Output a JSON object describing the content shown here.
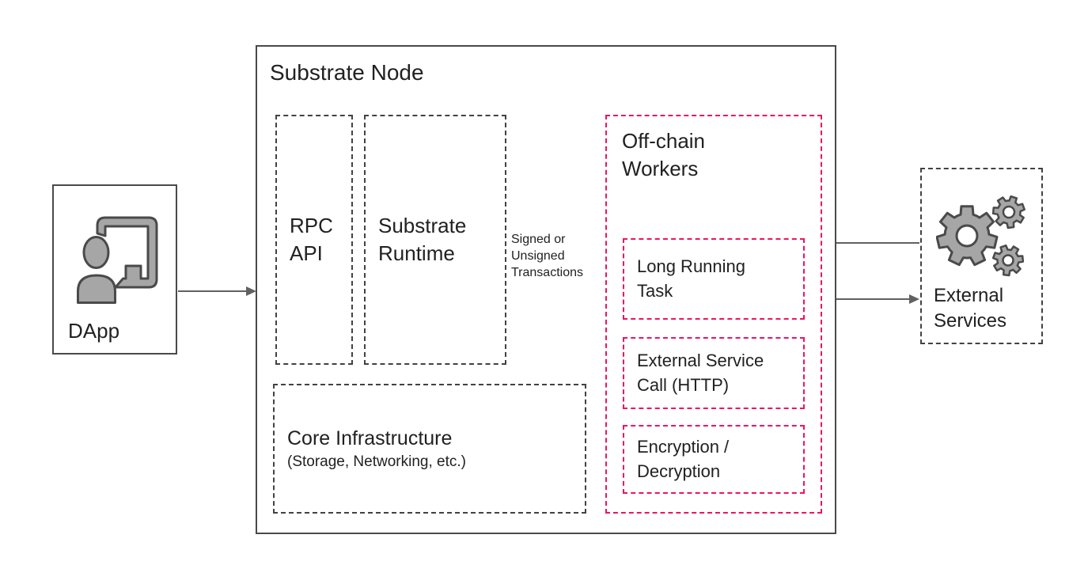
{
  "colors": {
    "accent_pink": "#EC155F",
    "border_dark": "#424242",
    "box_solid_border": "#4A4A4A",
    "arrow_gray": "#616161",
    "icon_fill": "#A6A6A6",
    "icon_stroke": "#4A4A4A",
    "text": "#212121"
  },
  "nodes": {
    "dapp": {
      "label": "DApp",
      "icon": "person-presentation-icon"
    },
    "substrate_node": {
      "title": "Substrate Node",
      "rpc_api": {
        "label": [
          "RPC",
          "API"
        ]
      },
      "substrate_runtime": {
        "label": [
          "Substrate",
          "Runtime"
        ]
      },
      "core_infrastructure": {
        "title": "Core Infrastructure",
        "subtitle": "(Storage, Networking, etc.)"
      },
      "offchain_workers": {
        "title": [
          "Off-chain",
          "Workers"
        ],
        "children": {
          "long_running_task": {
            "label": [
              "Long Running",
              "Task"
            ]
          },
          "external_service_call": {
            "label": [
              "External Service",
              "Call (HTTP)"
            ]
          },
          "encryption_decryption": {
            "label": [
              "Encryption /",
              "Decryption"
            ]
          }
        }
      }
    },
    "external_services": {
      "label": [
        "External",
        "Services"
      ],
      "icon": "gears-icon"
    }
  },
  "labels": {
    "transactions": [
      "Signed or",
      "Unsigned",
      "Transactions"
    ]
  },
  "arrows": [
    {
      "from": "DApp",
      "to": "Substrate Node"
    },
    {
      "from": "Substrate Runtime",
      "to": "Off-chain Workers"
    },
    {
      "from": "Off-chain Workers",
      "to": "Substrate Runtime",
      "label": "Signed or Unsigned Transactions"
    },
    {
      "from": "External Services",
      "to": "Off-chain Workers"
    },
    {
      "from": "Off-chain Workers",
      "to": "External Services"
    }
  ]
}
